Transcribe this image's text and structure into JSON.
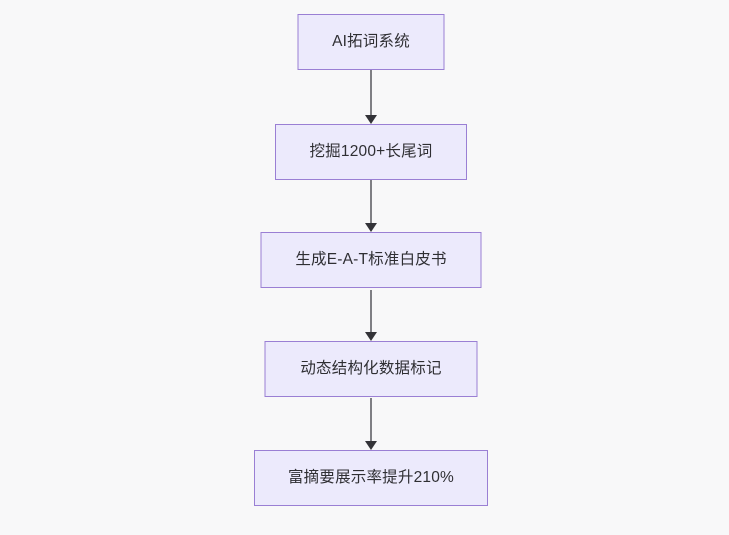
{
  "diagram": {
    "type": "flowchart",
    "orientation": "top-to-bottom",
    "background_color": "#f8f8f9",
    "node_fill_color": "#eceafc",
    "node_border_color": "#9a7fd4",
    "node_text_color": "#2f2f33",
    "connector_line_color": "#7f7f84",
    "connector_arrow_color": "#333338",
    "nodes": [
      {
        "id": "node-1",
        "label": "AI拓词系统"
      },
      {
        "id": "node-2",
        "label": "挖掘1200+长尾词"
      },
      {
        "id": "node-3",
        "label": "生成E-A-T标准白皮书"
      },
      {
        "id": "node-4",
        "label": "动态结构化数据标记"
      },
      {
        "id": "node-5",
        "label": "富摘要展示率提升210%"
      }
    ],
    "edges": [
      {
        "id": "edge-1",
        "from": "node-1",
        "to": "node-2",
        "label": ""
      },
      {
        "id": "edge-2",
        "from": "node-2",
        "to": "node-3",
        "label": ""
      },
      {
        "id": "edge-3",
        "from": "node-3",
        "to": "node-4",
        "label": ""
      },
      {
        "id": "edge-4",
        "from": "node-4",
        "to": "node-5",
        "label": ""
      }
    ]
  }
}
